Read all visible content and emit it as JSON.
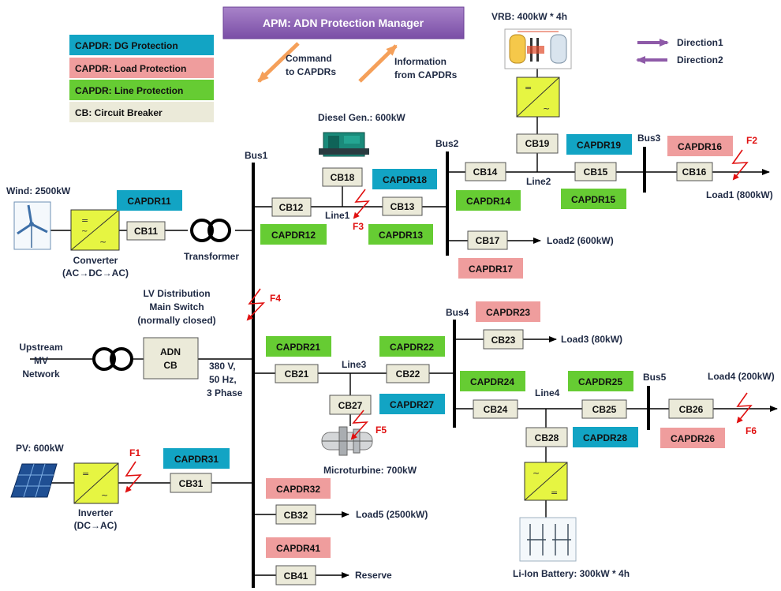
{
  "header": {
    "title": "APM:  ADN Protection Manager"
  },
  "legend": [
    {
      "label": "CAPDR:  DG Protection",
      "color": "#12a4c4"
    },
    {
      "label": "CAPDR:  Load Protection",
      "color": "#ef9d9d"
    },
    {
      "label": "CAPDR:  Line Protection",
      "color": "#66cc33"
    },
    {
      "label": "CB:  Circuit Breaker",
      "color": "#ebead9"
    }
  ],
  "arrows": {
    "command": [
      "Command",
      "to CAPDRs"
    ],
    "information": [
      "Information",
      "from CAPDRs"
    ],
    "direction1": "Direction1",
    "direction2": "Direction2",
    "command_color": "#f5a05a",
    "direction_color": "#8e5aa8"
  },
  "buses": {
    "bus1": "Bus1",
    "bus2": "Bus2",
    "bus3": "Bus3",
    "bus4": "Bus4",
    "bus5": "Bus5"
  },
  "lines": {
    "line1": "Line1",
    "line2": "Line2",
    "line3": "Line3",
    "line4": "Line4"
  },
  "breakers": {
    "cb11": "CB11",
    "cb12": "CB12",
    "cb13": "CB13",
    "cb14": "CB14",
    "cb15": "CB15",
    "cb16": "CB16",
    "cb17": "CB17",
    "cb18": "CB18",
    "cb19": "CB19",
    "cb21": "CB21",
    "cb22": "CB22",
    "cb23": "CB23",
    "cb24": "CB24",
    "cb25": "CB25",
    "cb26": "CB26",
    "cb27": "CB27",
    "cb28": "CB28",
    "cb31": "CB31",
    "cb32": "CB32",
    "cb41": "CB41",
    "adn_cb": [
      "ADN",
      "CB"
    ]
  },
  "capdrs": {
    "capdr11": "CAPDR11",
    "capdr12": "CAPDR12",
    "capdr13": "CAPDR13",
    "capdr14": "CAPDR14",
    "capdr15": "CAPDR15",
    "capdr16": "CAPDR16",
    "capdr17": "CAPDR17",
    "capdr18": "CAPDR18",
    "capdr19": "CAPDR19",
    "capdr21": "CAPDR21",
    "capdr22": "CAPDR22",
    "capdr23": "CAPDR23",
    "capdr24": "CAPDR24",
    "capdr25": "CAPDR25",
    "capdr26": "CAPDR26",
    "capdr27": "CAPDR27",
    "capdr28": "CAPDR28",
    "capdr31": "CAPDR31",
    "capdr32": "CAPDR32",
    "capdr41": "CAPDR41"
  },
  "sources": {
    "wind": "Wind: 2500kW",
    "converter": [
      "Converter",
      "(AC→DC→AC)"
    ],
    "transformer": "Transformer",
    "diesel": "Diesel Gen.: 600kW",
    "vrb": "VRB: 400kW * 4h",
    "microturbine": "Microturbine: 700kW",
    "pv": "PV: 600kW",
    "inverter": [
      "Inverter",
      "(DC→AC)"
    ],
    "battery": "Li-Ion Battery: 300kW * 4h",
    "upstream": [
      "Upstream",
      "MV",
      "Network"
    ]
  },
  "loads": {
    "load1": "Load1 (800kW)",
    "load2": "Load2 (600kW)",
    "load3": "Load3 (80kW)",
    "load4": "Load4 (200kW)",
    "load5": "Load5 (2500kW)",
    "reserve": "Reserve"
  },
  "faults": {
    "f1": "F1",
    "f2": "F2",
    "f3": "F3",
    "f4": "F4",
    "f5": "F5",
    "f6": "F6"
  },
  "notes": {
    "lv_switch": [
      "LV Distribution",
      "Main Switch",
      "(normally closed)"
    ],
    "supply": [
      "380 V,",
      "50 Hz,",
      "3 Phase"
    ]
  }
}
